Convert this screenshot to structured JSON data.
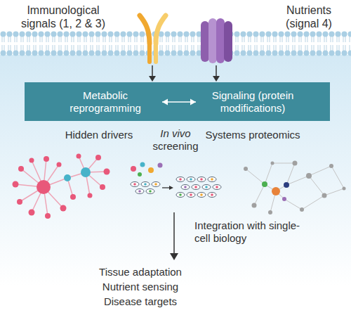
{
  "diagram": {
    "nodes": [
      {
        "text": [
          "Metabolic reprogramming"
        ]
      },
      {
        "text": [
          "Signaling (protein modifications)"
        ]
      }
    ],
    "edges": [
      {
        "from": 0,
        "to": 1,
        "arrow": "both"
      }
    ],
    "labels": [
      "Immunological signals (1, 2 & 3)",
      "Nutrients (signal 4)",
      "Hidden drivers",
      "In vivo screening",
      "Systems proteomics",
      "Integration with single-cell biology",
      "Tissue adaptation",
      "Nutrient sensing",
      "Disease targets"
    ]
  }
}
